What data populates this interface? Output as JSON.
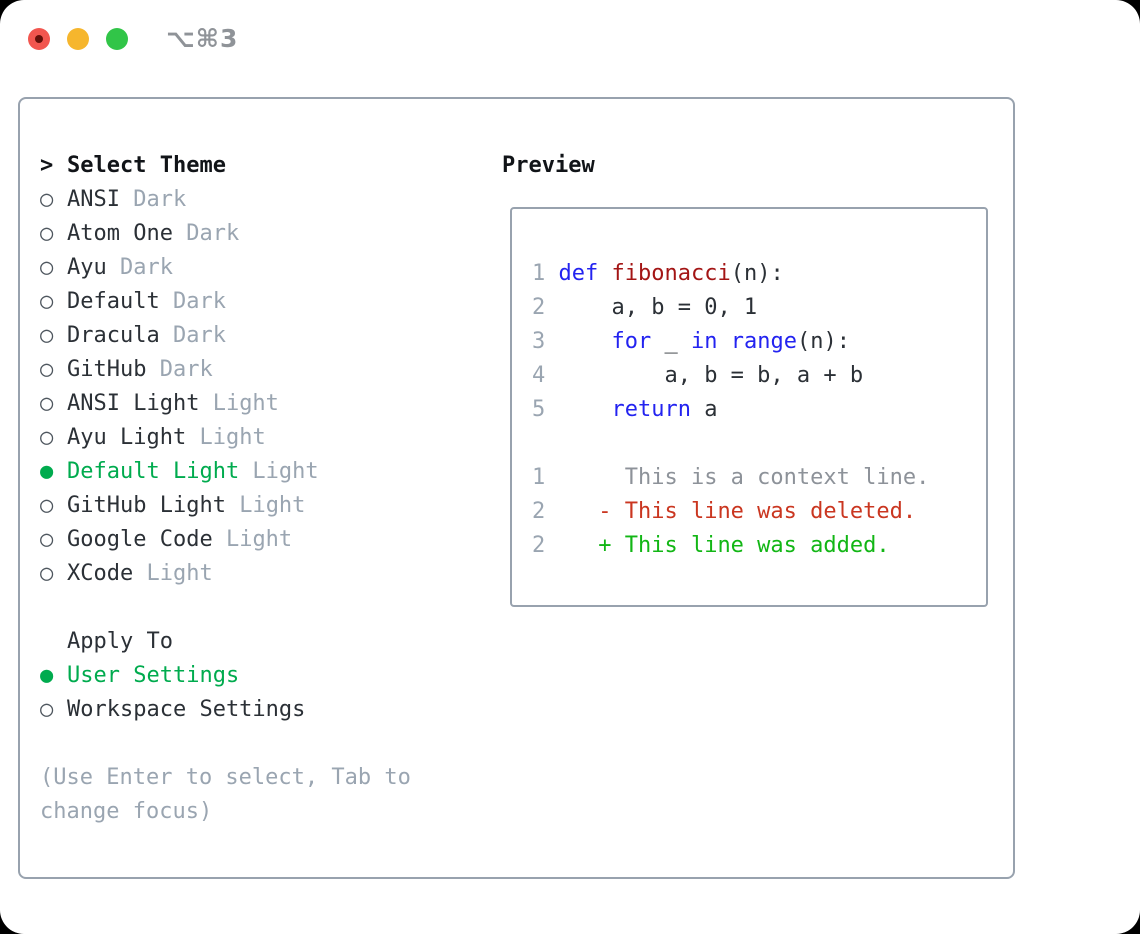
{
  "window": {
    "title": "⌥⌘3"
  },
  "theme_list": {
    "header_marker": ">",
    "header": "Select Theme",
    "items": [
      {
        "name": "ANSI",
        "variant": "Dark",
        "selected": false
      },
      {
        "name": "Atom One",
        "variant": "Dark",
        "selected": false
      },
      {
        "name": "Ayu",
        "variant": "Dark",
        "selected": false
      },
      {
        "name": "Default",
        "variant": "Dark",
        "selected": false
      },
      {
        "name": "Dracula",
        "variant": "Dark",
        "selected": false
      },
      {
        "name": "GitHub",
        "variant": "Dark",
        "selected": false
      },
      {
        "name": "ANSI Light",
        "variant": "Light",
        "selected": false
      },
      {
        "name": "Ayu Light",
        "variant": "Light",
        "selected": false
      },
      {
        "name": "Default Light",
        "variant": "Light",
        "selected": true
      },
      {
        "name": "GitHub Light",
        "variant": "Light",
        "selected": false
      },
      {
        "name": "Google Code",
        "variant": "Light",
        "selected": false
      },
      {
        "name": "XCode",
        "variant": "Light",
        "selected": false
      }
    ]
  },
  "apply_to": {
    "header": "Apply To",
    "options": [
      {
        "label": "User Settings",
        "selected": true
      },
      {
        "label": "Workspace Settings",
        "selected": false
      }
    ]
  },
  "help_text": "(Use Enter to select, Tab to\nchange focus)",
  "preview": {
    "title": "Preview",
    "lines": [
      {
        "type": "code",
        "num": "1",
        "tokens": [
          {
            "text": "def",
            "style": "kw"
          },
          {
            "text": " ",
            "style": "pl"
          },
          {
            "text": "fibonacci",
            "style": "fn"
          },
          {
            "text": "(n):",
            "style": "pl"
          }
        ]
      },
      {
        "type": "code",
        "num": "2",
        "tokens": [
          {
            "text": "    a, b = 0, 1",
            "style": "pl"
          }
        ]
      },
      {
        "type": "code",
        "num": "3",
        "tokens": [
          {
            "text": "    ",
            "style": "pl"
          },
          {
            "text": "for",
            "style": "kw"
          },
          {
            "text": " _ ",
            "style": "pl"
          },
          {
            "text": "in",
            "style": "kw"
          },
          {
            "text": " ",
            "style": "pl"
          },
          {
            "text": "range",
            "style": "kw"
          },
          {
            "text": "(n):",
            "style": "pl"
          }
        ]
      },
      {
        "type": "code",
        "num": "4",
        "tokens": [
          {
            "text": "        a, b = b, a + b",
            "style": "pl"
          }
        ]
      },
      {
        "type": "code",
        "num": "5",
        "tokens": [
          {
            "text": "    ",
            "style": "pl"
          },
          {
            "text": "return",
            "style": "kw"
          },
          {
            "text": " a",
            "style": "pl"
          }
        ]
      },
      {
        "type": "blank",
        "num": "",
        "tokens": []
      },
      {
        "type": "context",
        "num": "1",
        "tokens": [
          {
            "text": "     This is a context line.",
            "style": "ctx"
          }
        ]
      },
      {
        "type": "deleted",
        "num": "2",
        "tokens": [
          {
            "text": "   - This line was deleted.",
            "style": "del"
          }
        ]
      },
      {
        "type": "added",
        "num": "2",
        "tokens": [
          {
            "text": "   + This line was added.",
            "style": "add"
          }
        ]
      }
    ]
  },
  "icons": {
    "radio_unselected": "○",
    "radio_selected": "●"
  },
  "colors": {
    "window-bg": "#ffffff",
    "backdrop": "#000000",
    "border": "#98a2ae",
    "text": "#2b3036",
    "muted": "#9aa5b1",
    "accent-green": "#00ab4e",
    "title-gray": "#8f9398",
    "keyword": "#2323f0",
    "function": "#a31515",
    "linenum": "#9aa5b1",
    "context": "#8d9299",
    "deleted": "#ca3620",
    "added": "#12b615",
    "traffic-red": "#f2564f",
    "traffic-red-dot": "#64100a",
    "traffic-yellow": "#f6b62d",
    "traffic-green": "#31c548"
  }
}
